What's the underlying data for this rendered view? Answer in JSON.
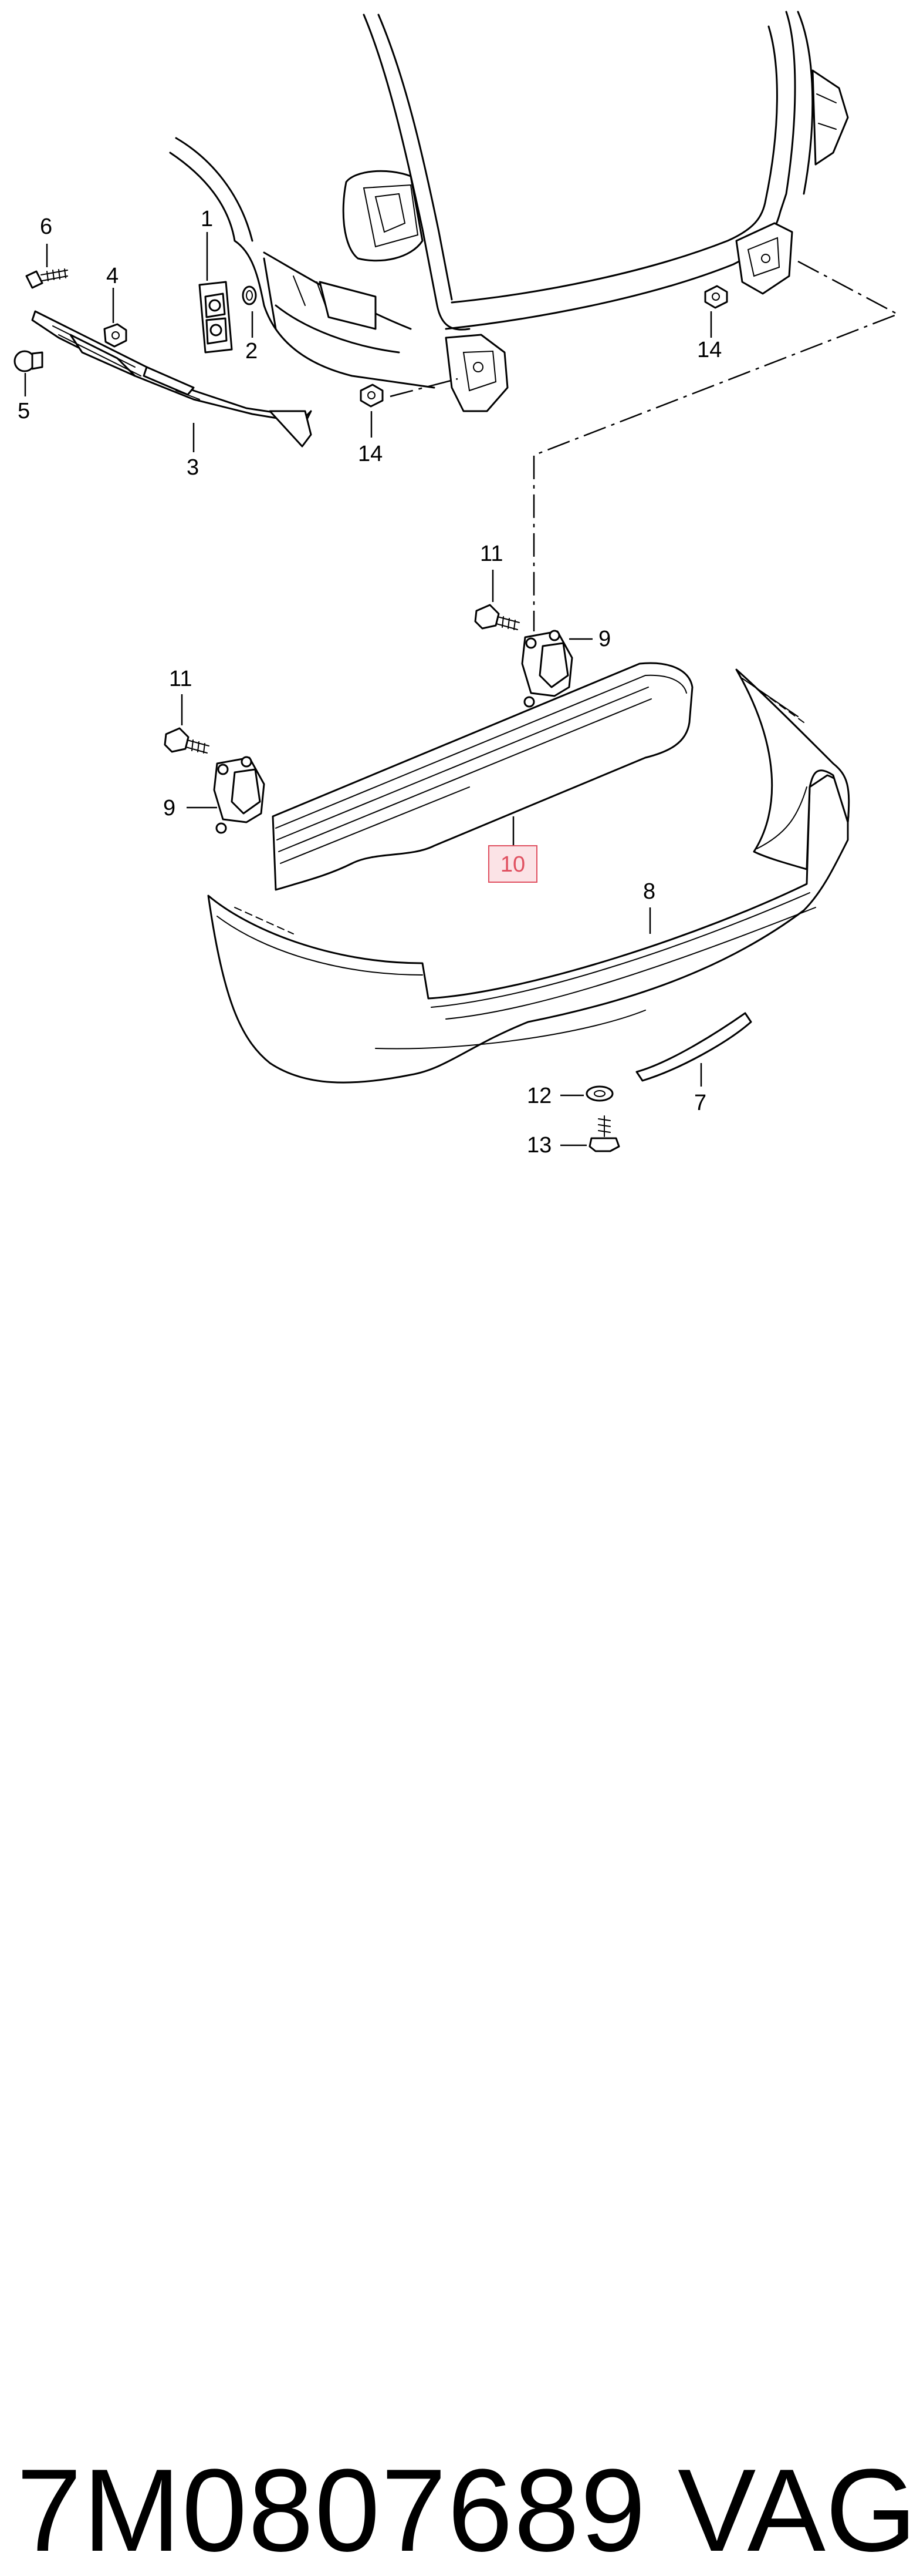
{
  "diagram": {
    "callouts": {
      "c1": "1",
      "c2": "2",
      "c3": "3",
      "c4": "4",
      "c5": "5",
      "c6": "6",
      "c14a": "14",
      "c14b": "14",
      "c11a": "11",
      "c9a": "9",
      "c11b": "11",
      "c9b": "9",
      "c10": "10",
      "c8": "8",
      "c7": "7",
      "c12": "12",
      "c13": "13"
    },
    "highlight_color": "#e05060",
    "highlighted_callout": "10"
  },
  "footer": {
    "part_number": "7M0807689",
    "brand": "VAG"
  }
}
